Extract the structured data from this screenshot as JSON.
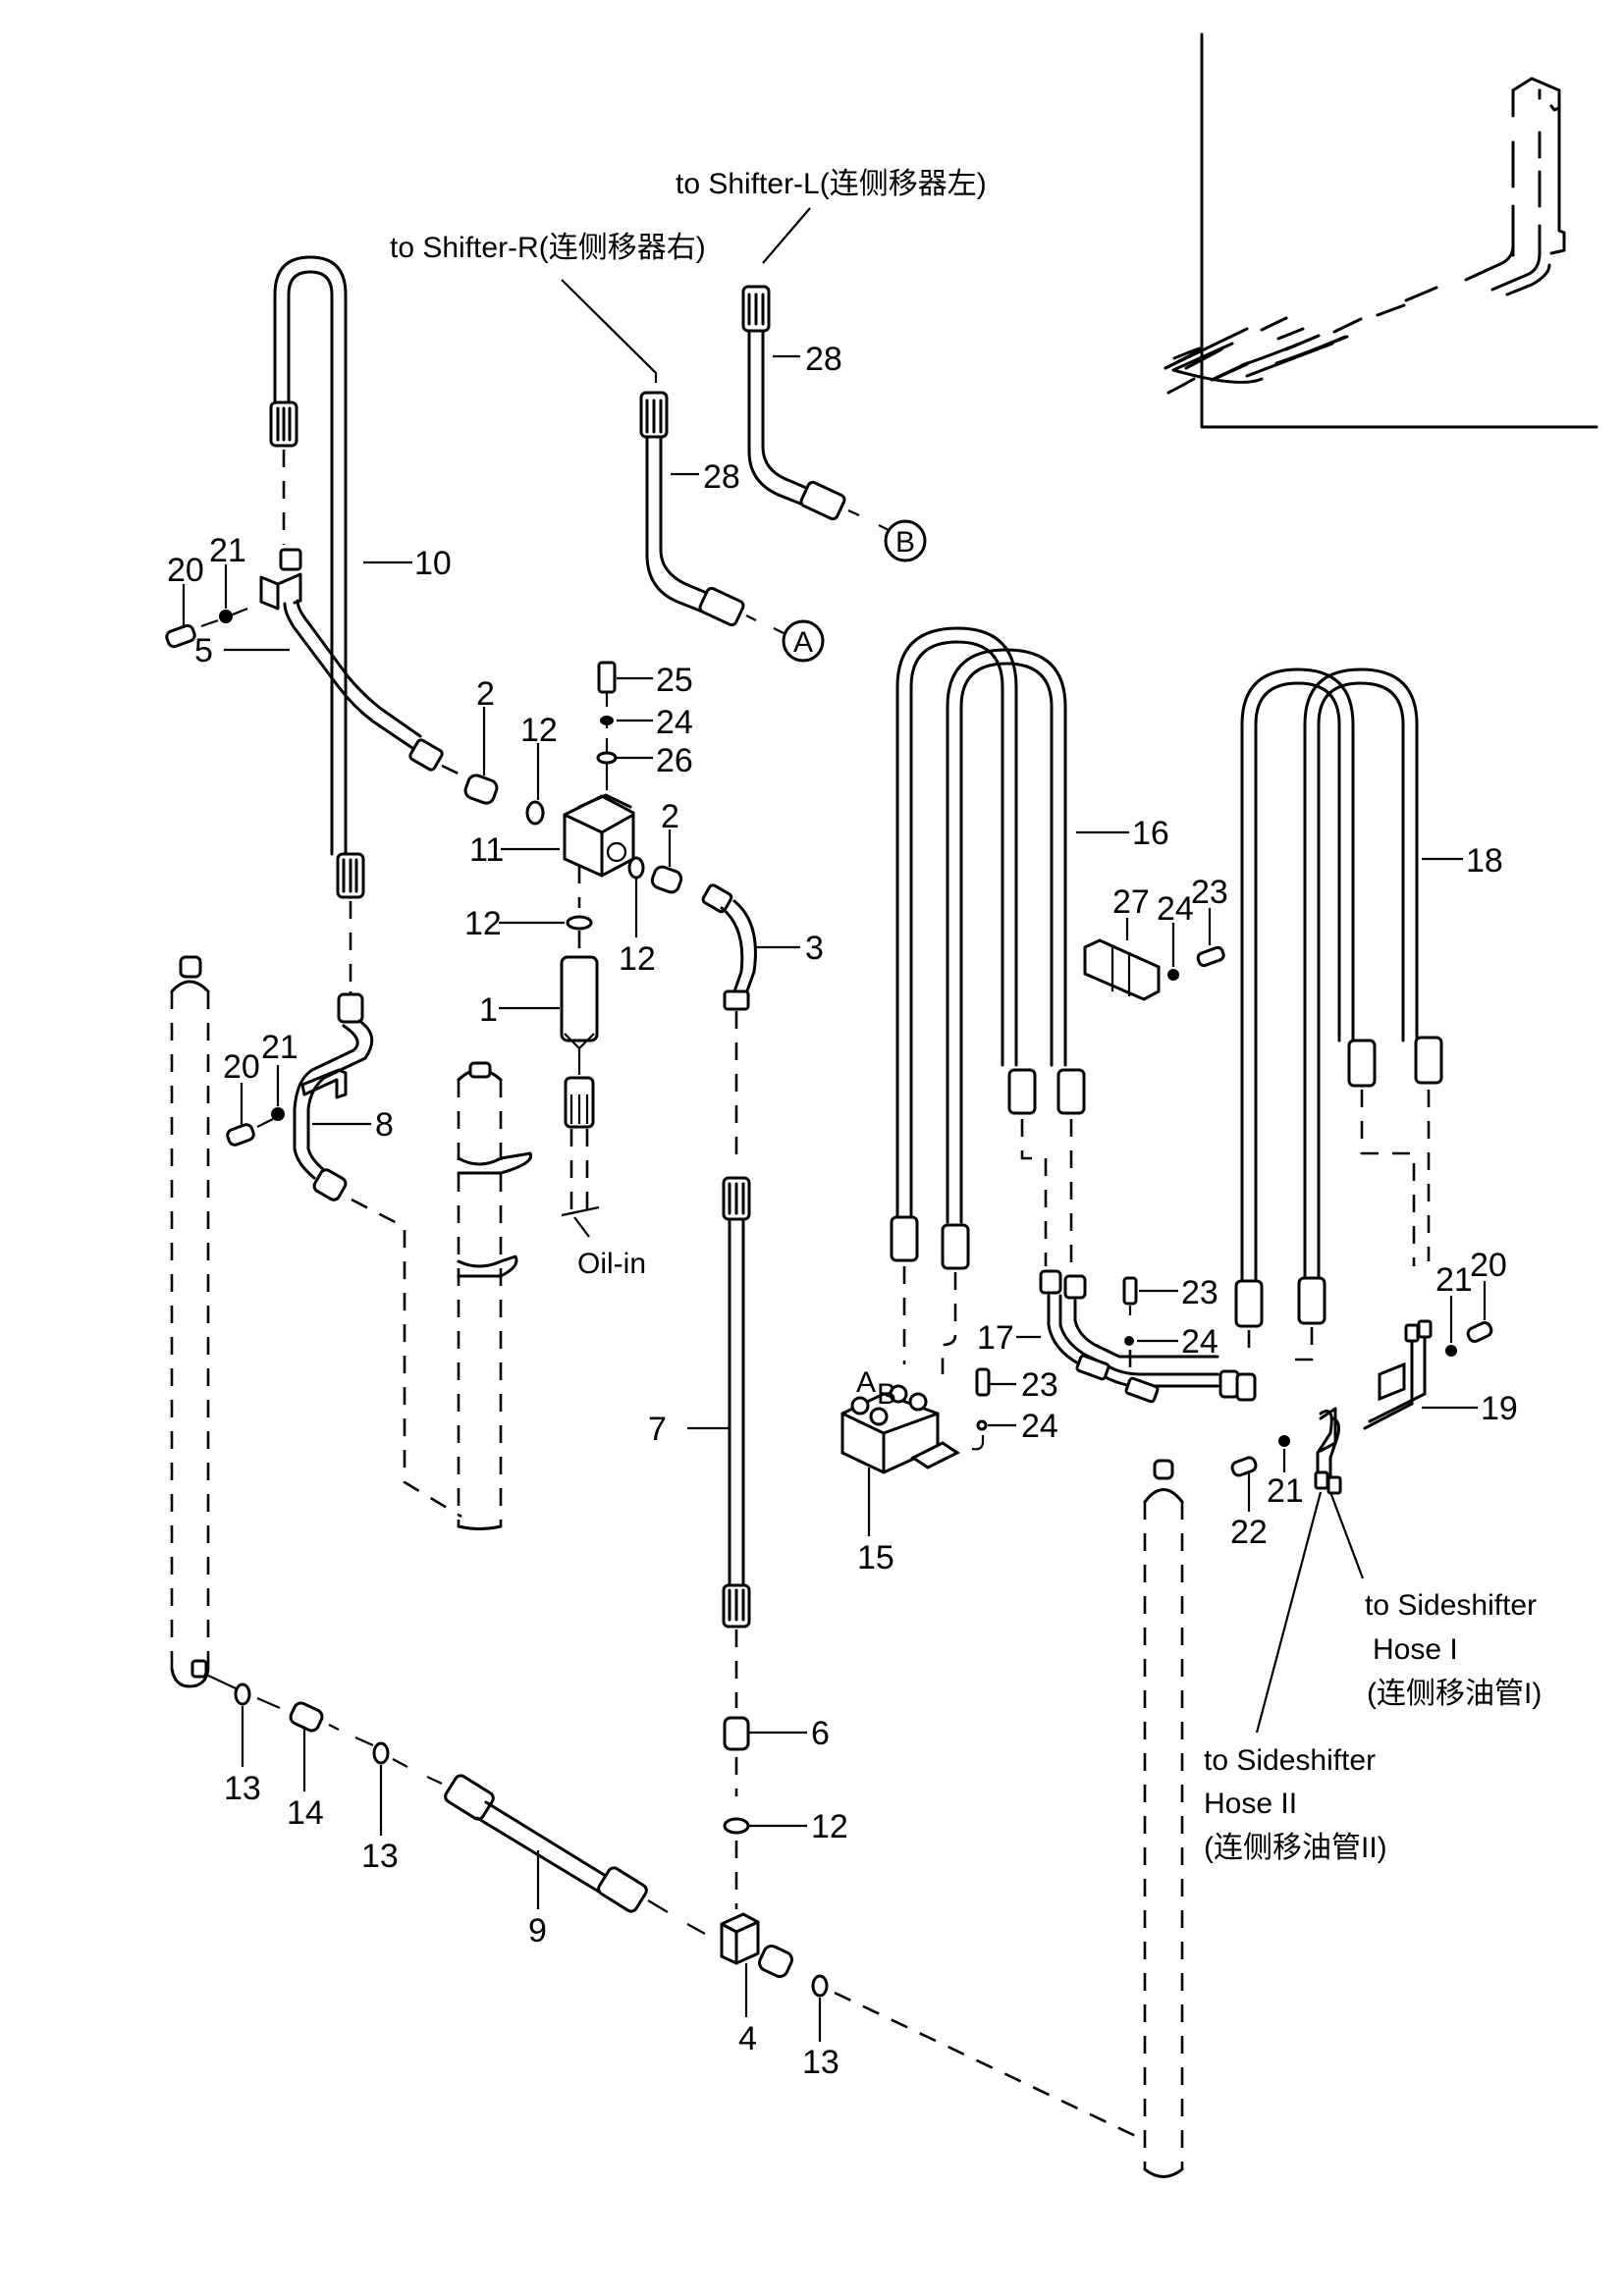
{
  "title": "Hydraulic sideshifter hose assembly — exploded parts diagram",
  "labels": {
    "shifter_l": "to Shifter-L(连侧移器左)",
    "shifter_r": "to Shifter-R(连侧移器右)",
    "oil_in": "Oil-in",
    "hose1_line1": "to Sideshifter",
    "hose1_line2": "Hose I",
    "hose1_line3": "(连侧移油管I)",
    "hose2_line1": "to Sideshifter",
    "hose2_line2": "Hose II",
    "hose2_line3": "(连侧移油管II)",
    "port_a": "A",
    "port_b": "B",
    "circle_a": "A",
    "circle_b": "B"
  },
  "callouts": {
    "c1": "1",
    "c2a": "2",
    "c2b": "2",
    "c3": "3",
    "c4": "4",
    "c5": "5",
    "c6": "6",
    "c7": "7",
    "c8": "8",
    "c9": "9",
    "c10": "10",
    "c11": "11",
    "c12a": "12",
    "c12b": "12",
    "c12c": "12",
    "c12d": "12",
    "c13a": "13",
    "c13b": "13",
    "c13c": "13",
    "c14": "14",
    "c15": "15",
    "c16": "16",
    "c17": "17",
    "c18": "18",
    "c19": "19",
    "c20a": "20",
    "c20b": "20",
    "c20c": "20",
    "c21a": "21",
    "c21b": "21",
    "c21c": "21",
    "c21d": "21",
    "c22": "22",
    "c23a": "23",
    "c23b": "23",
    "c23c": "23",
    "c24a": "24",
    "c24b": "24",
    "c24c": "24",
    "c24d": "24",
    "c25": "25",
    "c26": "26",
    "c27": "27",
    "c28a": "28",
    "c28b": "28"
  }
}
